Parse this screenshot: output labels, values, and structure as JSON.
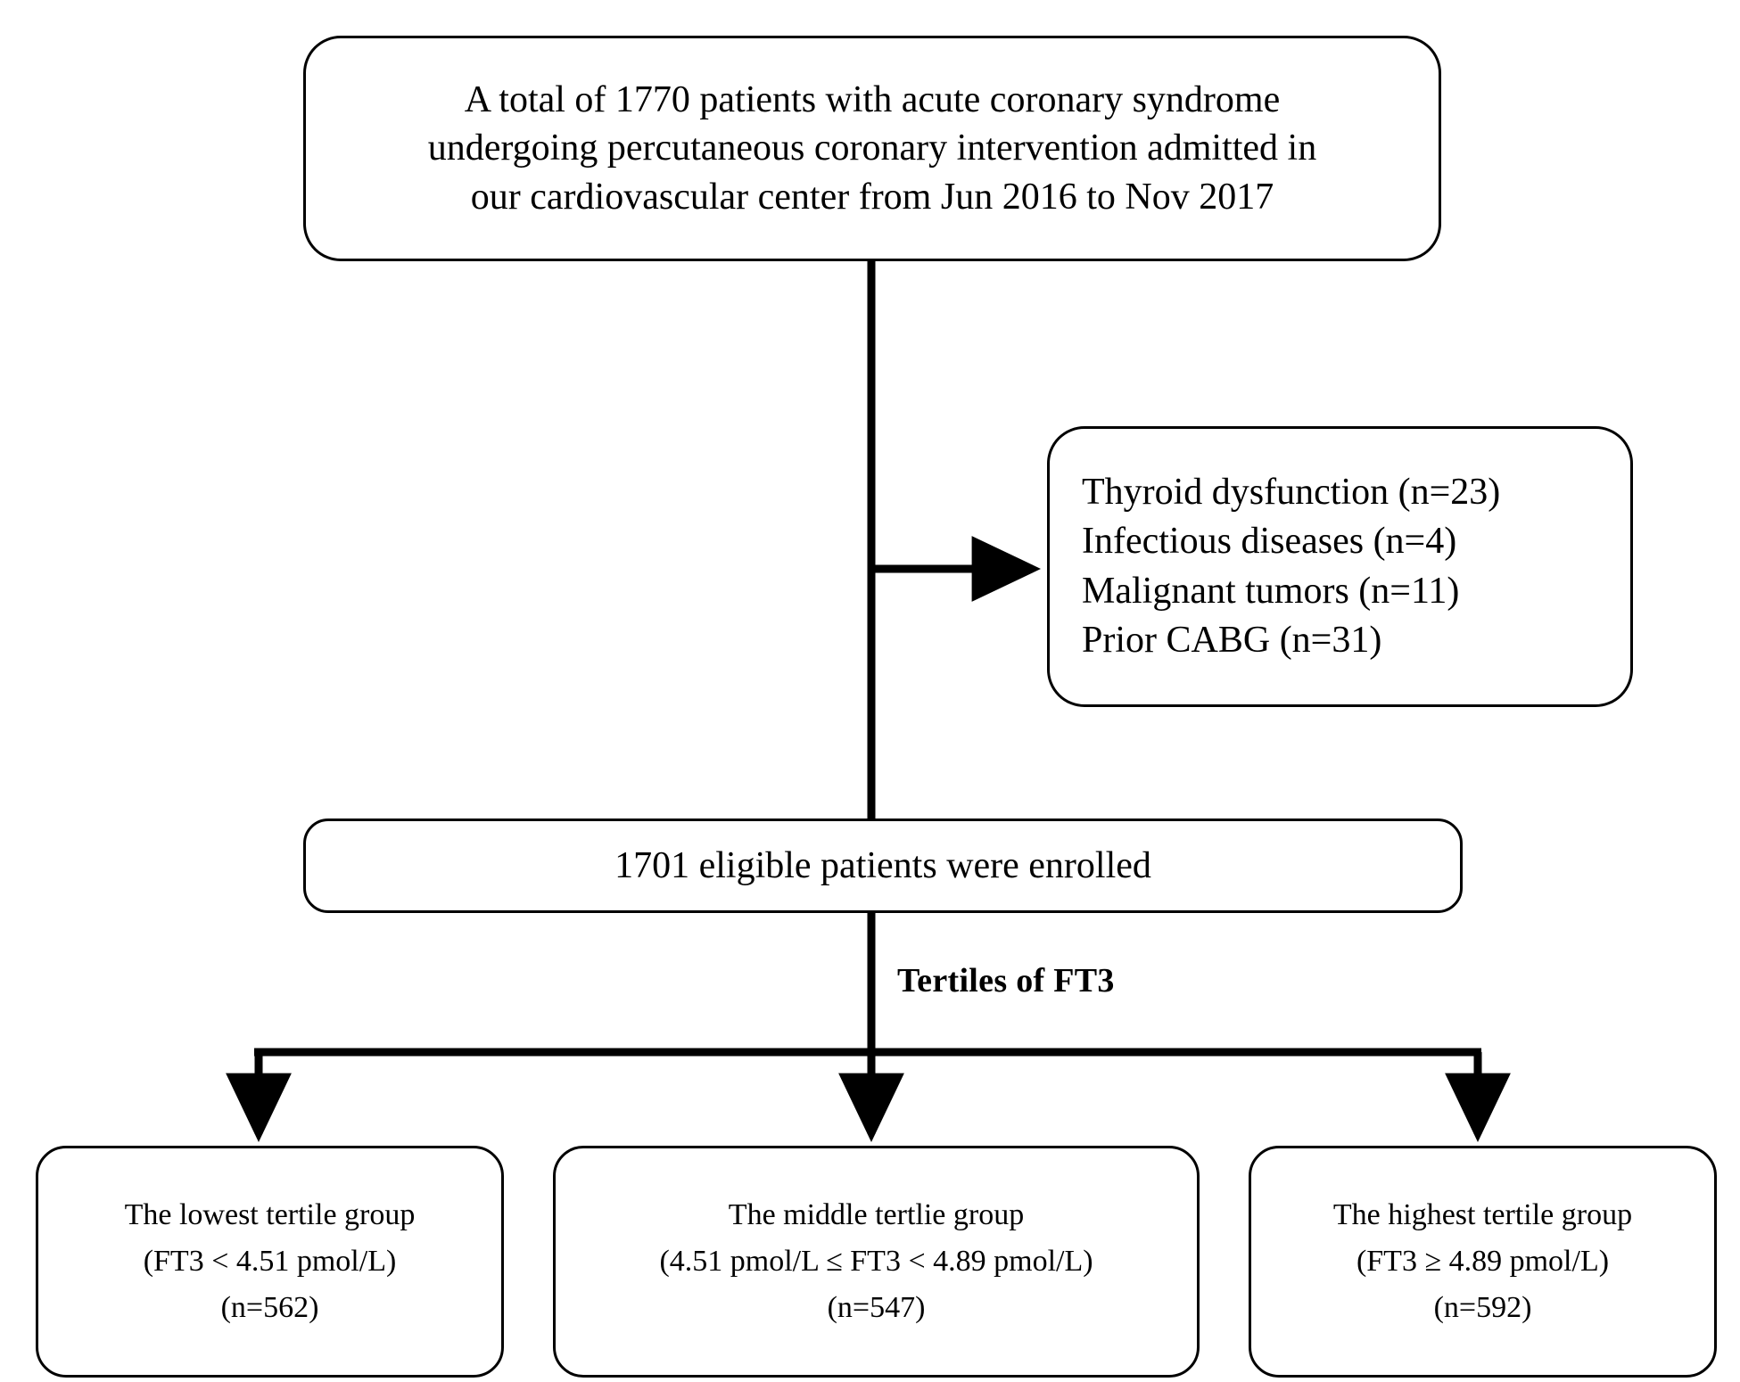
{
  "diagram": {
    "title": "Patient enrollment and FT3 tertile grouping flow diagram",
    "stroke_color": "#000000",
    "fill_color": "#ffffff",
    "nodes": {
      "enrollment": {
        "lines": [
          "A total of 1770 patients with acute coronary syndrome",
          "undergoing percutaneous coronary intervention admitted in",
          "our cardiovascular center from Jun 2016 to Nov 2017"
        ]
      },
      "exclusions": {
        "lines": [
          "Thyroid dysfunction (n=23)",
          "Infectious diseases (n=4)",
          "Malignant tumors (n=11)",
          "Prior CABG (n=31)"
        ]
      },
      "eligible": {
        "lines": [
          "1701 eligible patients were enrolled"
        ]
      },
      "split_label": "Tertiles of FT3",
      "groups": [
        {
          "name": "lowest-tertile",
          "lines": [
            "The lowest tertile group",
            "(FT3 < 4.51 pmol/L)",
            "(n=562)"
          ]
        },
        {
          "name": "middle-tertile",
          "lines": [
            "The middle tertlie group",
            "(4.51 pmol/L ≤ FT3 < 4.89 pmol/L)",
            "(n=547)"
          ]
        },
        {
          "name": "highest-tertile",
          "lines": [
            "The highest tertile group",
            "(FT3 ≥ 4.89 pmol/L)",
            "(n=592)"
          ]
        }
      ]
    }
  }
}
